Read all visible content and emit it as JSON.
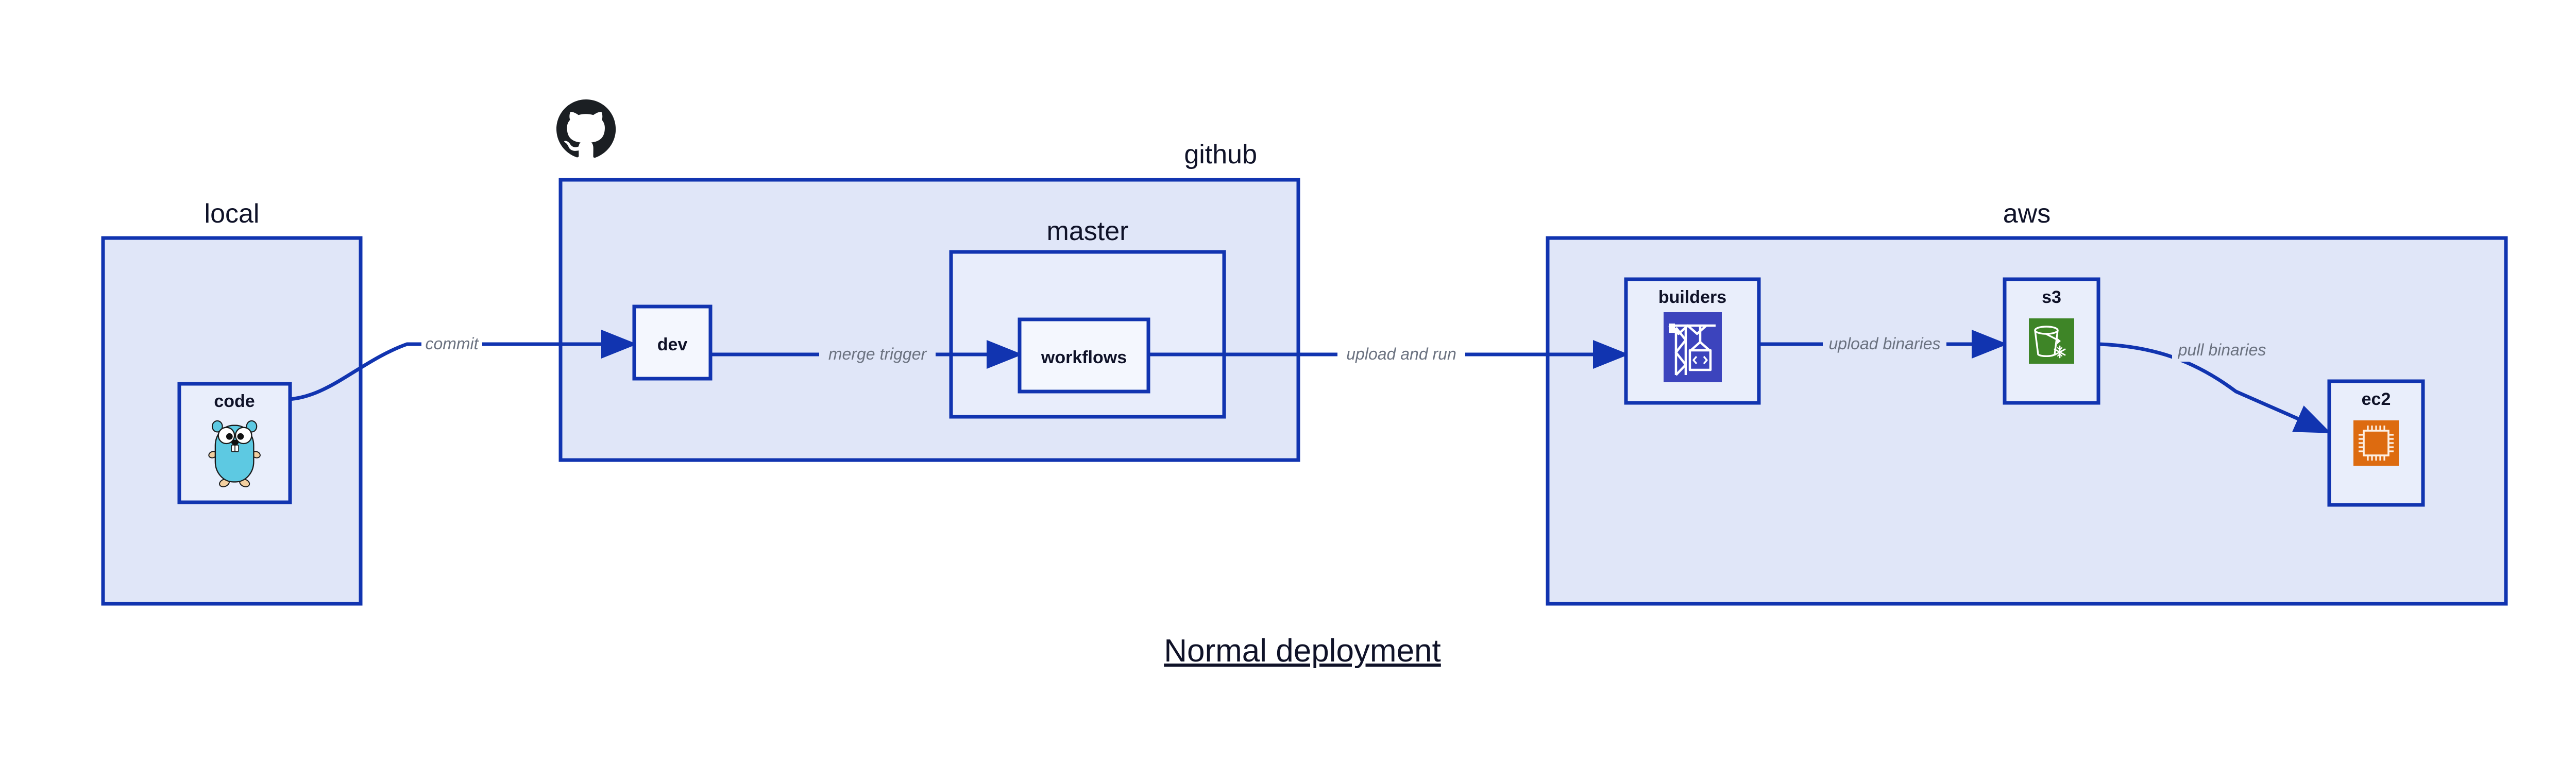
{
  "title": "Normal deployment",
  "zones": [
    {
      "id": "local",
      "label": "local"
    },
    {
      "id": "github",
      "label": "github"
    },
    {
      "id": "master",
      "label": "master"
    },
    {
      "id": "aws",
      "label": "aws"
    }
  ],
  "nodes": [
    {
      "id": "code",
      "label": "code",
      "icon": "go-gopher-icon"
    },
    {
      "id": "dev",
      "label": "dev",
      "icon": "none"
    },
    {
      "id": "workflows",
      "label": "workflows",
      "icon": "none"
    },
    {
      "id": "builders",
      "label": "builders",
      "icon": "aws-codebuild-icon"
    },
    {
      "id": "s3",
      "label": "s3",
      "icon": "aws-s3-glacier-icon"
    },
    {
      "id": "ec2",
      "label": "ec2",
      "icon": "aws-ec2-icon"
    }
  ],
  "edges": [
    {
      "id": "commit",
      "label": "commit",
      "from": "code",
      "to": "dev"
    },
    {
      "id": "merge-trigger",
      "label": "merge trigger",
      "from": "dev",
      "to": "workflows"
    },
    {
      "id": "upload-and-run",
      "label": "upload and run",
      "from": "workflows",
      "to": "builders"
    },
    {
      "id": "upload-binaries",
      "label": "upload binaries",
      "from": "builders",
      "to": "s3"
    },
    {
      "id": "pull-binaries",
      "label": "pull binaries",
      "from": "s3",
      "to": "ec2"
    }
  ],
  "logos": [
    {
      "id": "github-logo",
      "name": "github-octocat-icon"
    }
  ],
  "colors": {
    "zone_fill": "#e0e6f8",
    "zone_inner_fill": "#e8edfb",
    "node_fill": "#e9eefb",
    "border": "#1134b0",
    "edge_label": "#6b7280",
    "text": "#0f1228",
    "codebuild": "#3c44bd",
    "s3_glacier": "#3e8527",
    "ec2": "#dd6b10",
    "gopher": "#5dc9e2",
    "octocat": "#1b1f23"
  }
}
